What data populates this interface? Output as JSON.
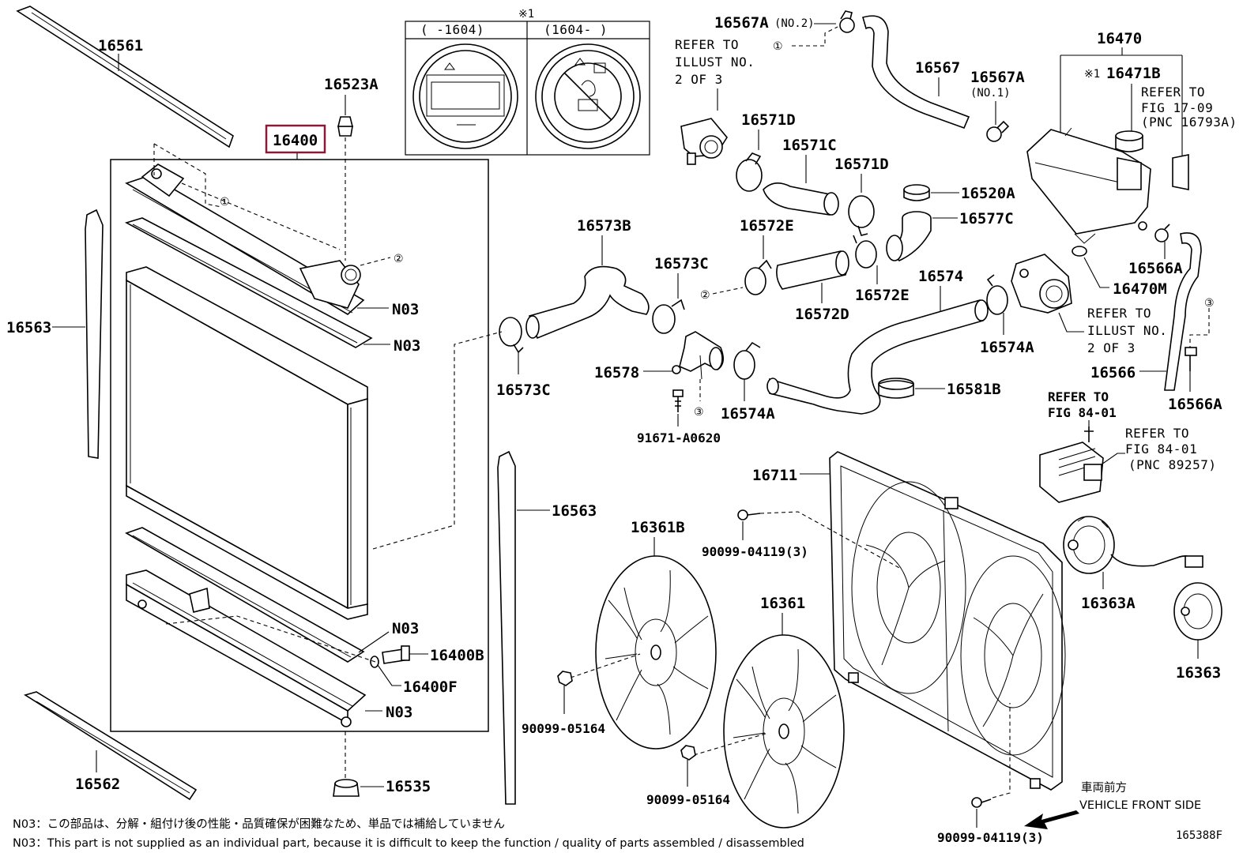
{
  "labels": {
    "p16561": "16561",
    "p16400": "16400",
    "p16523A": "16523A",
    "p16563_left": "16563",
    "p16563_right": "16563",
    "n03_1": "N03",
    "n03_2": "N03",
    "n03_3": "N03",
    "n03_4": "N03",
    "p16400B": "16400B",
    "p16400F": "16400F",
    "p16562": "16562",
    "p16535": "16535",
    "p16567A_no2": "16567A",
    "p16567": "16567",
    "p16567A_no1": "16567A",
    "p16470": "16470",
    "p16471B": "16471B",
    "p16571D_1": "16571D",
    "p16571C": "16571C",
    "p16571D_2": "16571D",
    "p16520A": "16520A",
    "p16577C": "16577C",
    "p16573B": "16573B",
    "p16573C_1": "16573C",
    "p16573C_2": "16573C",
    "p16572E_1": "16572E",
    "p16572D": "16572D",
    "p16572E_2": "16572E",
    "p16574": "16574",
    "p16574A_1": "16574A",
    "p16574A_2": "16574A",
    "p16566A_1": "16566A",
    "p16470M": "16470M",
    "p16566": "16566",
    "p16566A_2": "16566A",
    "p16578": "16578",
    "p16581B": "16581B",
    "p91671": "91671-A0620",
    "p16711": "16711",
    "p16361B": "16361B",
    "p16361": "16361",
    "p90099_04119a": "90099-04119(3)",
    "p90099_04119b": "90099-04119(3)",
    "p90099_05164a": "90099-05164",
    "p90099_05164b": "90099-05164",
    "p16363A": "16363A",
    "p16363": "16363",
    "fig_code": "165388F"
  },
  "qualifiers": {
    "no2": "(NO.2)",
    "no1": "(NO.1)",
    "asterisk": "※1",
    "asterisk_b": "※1"
  },
  "refs": {
    "illust_top": [
      "REFER TO",
      "ILLUST NO.",
      "2 OF 3"
    ],
    "illust_mid": [
      "REFER TO",
      "ILLUST NO.",
      "2 OF 3"
    ],
    "fig17": [
      "REFER TO",
      "FIG 17-09",
      "(PNC 16793A)"
    ],
    "fig84a": [
      "REFER TO",
      "FIG 84-01"
    ],
    "fig84b": [
      "REFER TO",
      "FIG 84-01",
      "(PNC 89257)"
    ]
  },
  "markers": {
    "c1": "①",
    "c2": "②",
    "c3": "③"
  },
  "cap_table": {
    "col1": "(    -1604)",
    "col2": "(1604-     )"
  },
  "direction": {
    "jp": "車両前方",
    "en": "VEHICLE FRONT SIDE"
  },
  "notes": {
    "jp": "N03：この部品は、分解・組付け後の性能・品質確保が困難なため、単品では補給していません",
    "en": "N03：This part is not supplied as an individual part, because it is difficult to keep the function / quality of parts assembled / disassembled"
  },
  "colors": {
    "highlight": "#8b1a3a",
    "line": "#000000"
  }
}
